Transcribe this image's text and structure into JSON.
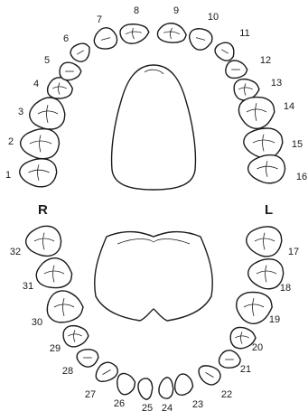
{
  "side_labels": {
    "right": "R",
    "left": "L"
  },
  "upper_arch": {
    "teeth": [
      {
        "number": "1"
      },
      {
        "number": "2"
      },
      {
        "number": "3"
      },
      {
        "number": "4"
      },
      {
        "number": "5"
      },
      {
        "number": "6"
      },
      {
        "number": "7"
      },
      {
        "number": "8"
      },
      {
        "number": "9"
      },
      {
        "number": "10"
      },
      {
        "number": "11"
      },
      {
        "number": "12"
      },
      {
        "number": "13"
      },
      {
        "number": "14"
      },
      {
        "number": "15"
      },
      {
        "number": "16"
      }
    ]
  },
  "lower_arch": {
    "teeth": [
      {
        "number": "17"
      },
      {
        "number": "18"
      },
      {
        "number": "19"
      },
      {
        "number": "20"
      },
      {
        "number": "21"
      },
      {
        "number": "22"
      },
      {
        "number": "23"
      },
      {
        "number": "24"
      },
      {
        "number": "25"
      },
      {
        "number": "26"
      },
      {
        "number": "27"
      },
      {
        "number": "28"
      },
      {
        "number": "29"
      },
      {
        "number": "30"
      },
      {
        "number": "31"
      },
      {
        "number": "32"
      }
    ]
  }
}
